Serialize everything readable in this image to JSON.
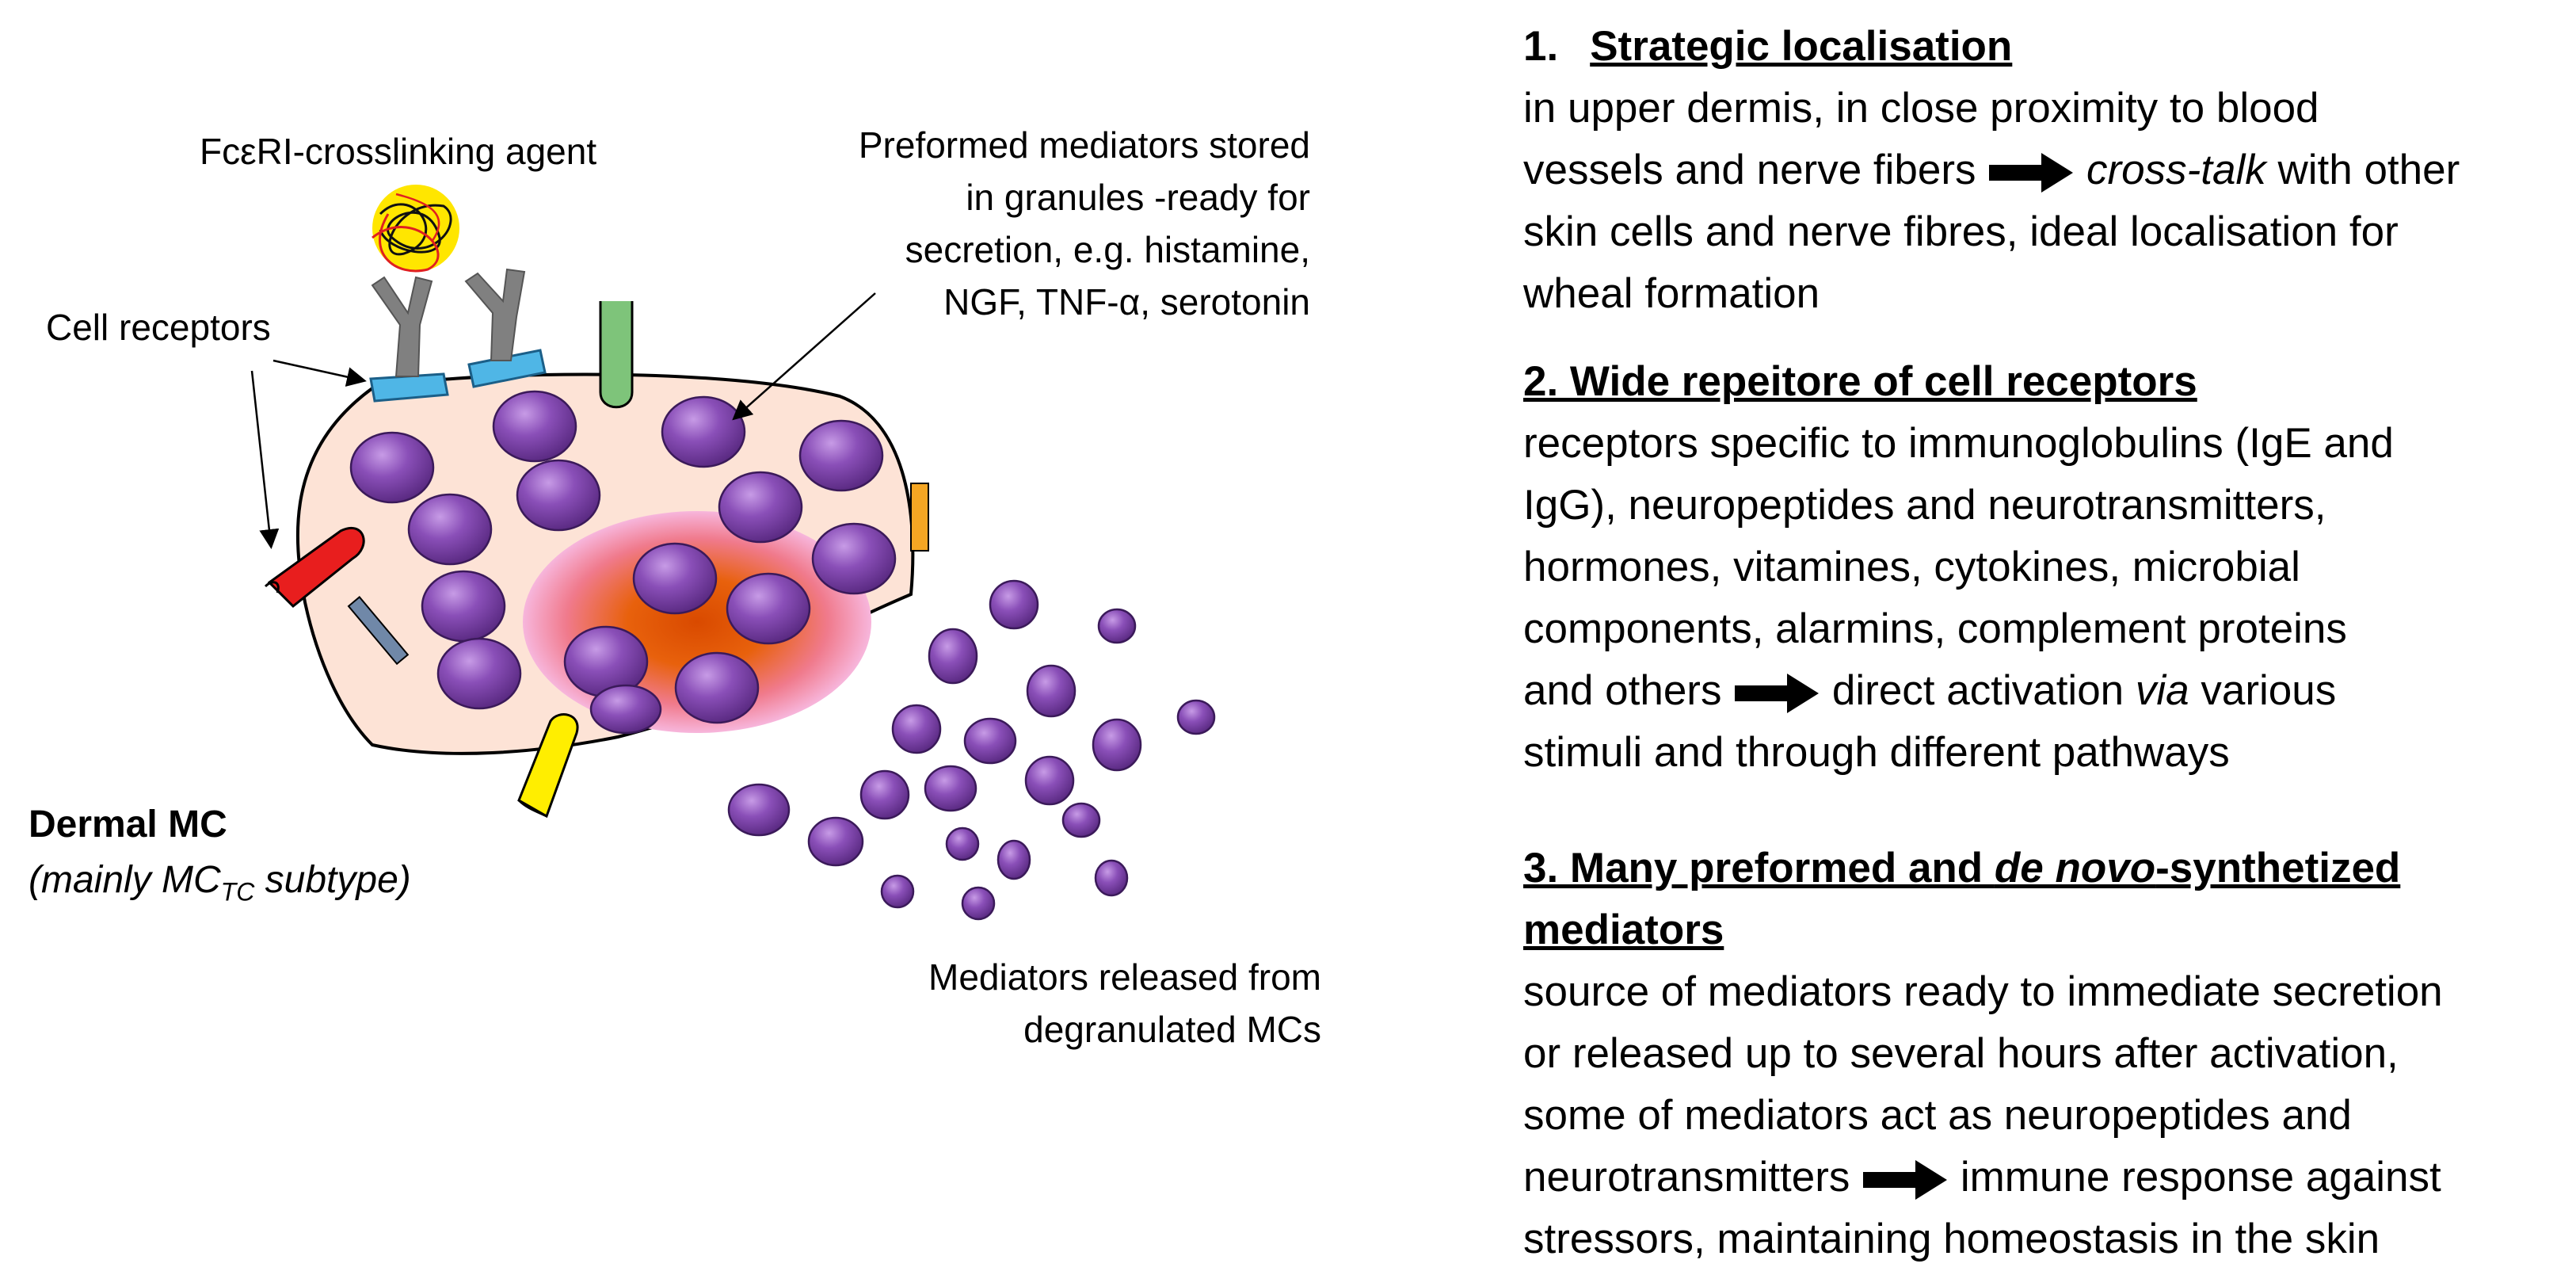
{
  "diagram": {
    "labels": {
      "crosslinking_agent": "FcεRI-crosslinking agent",
      "preformed_lines": [
        "Preformed mediators stored",
        "in granules -ready for",
        "secretion, e.g. histamine,",
        "NGF, TNF-α, serotonin"
      ],
      "cell_receptors": "Cell receptors",
      "dermal_mc": "Dermal MC",
      "subtype_prefix": "(mainly MC",
      "subtype_subscript": "TC",
      "subtype_suffix": " subtype)",
      "released_lines": [
        "Mediators released from",
        "degranulated MCs"
      ]
    },
    "colors": {
      "cell_fill": "#fde3d6",
      "granule": "#7a3fa0",
      "nucleus_center": "#e8610c",
      "nucleus_edge": "#f4a9d4",
      "receptor_blue": "#4fb6e6",
      "antibody_gray": "#7f7f7f",
      "receptor_red": "#e81e1e",
      "receptor_yellow": "#ffee00",
      "receptor_orange": "#f5a623",
      "receptor_green": "#7ec47a",
      "receptor_slate": "#7088a8"
    }
  },
  "points": [
    {
      "heading_num": "1.",
      "heading": "Strategic localisation",
      "lines": [
        "in upper dermis, in close proximity to blood",
        "vessels and nerve fibers",
        "skin cells and nerve fibres, ideal localisation for",
        "wheal formation"
      ],
      "cross_talk": "cross-talk",
      "with_other": " with other"
    },
    {
      "heading": "2. Wide repeitore of cell receptors",
      "lines": [
        "receptors specific to immunoglobulins  (IgE and",
        "IgG), neuropeptides and neurotransmitters,",
        "hormones, vitamines, cytokines, microbial",
        "components, alarmins, complement proteins",
        "and others",
        " direct activation ",
        "via",
        " various",
        "stimuli and through different pathways"
      ]
    },
    {
      "heading_a": "3. Many preformed and ",
      "heading_b": "de novo",
      "heading_c": "-synthetized",
      "heading_d": "mediators",
      "lines": [
        "source of mediators ready to immediate secretion",
        "or released up to several hours after activation,",
        "some of mediators act as neuropeptides and",
        "neurotransmitters",
        " immune response against",
        "stressors, maintaining homeostasis in the skin"
      ]
    }
  ]
}
